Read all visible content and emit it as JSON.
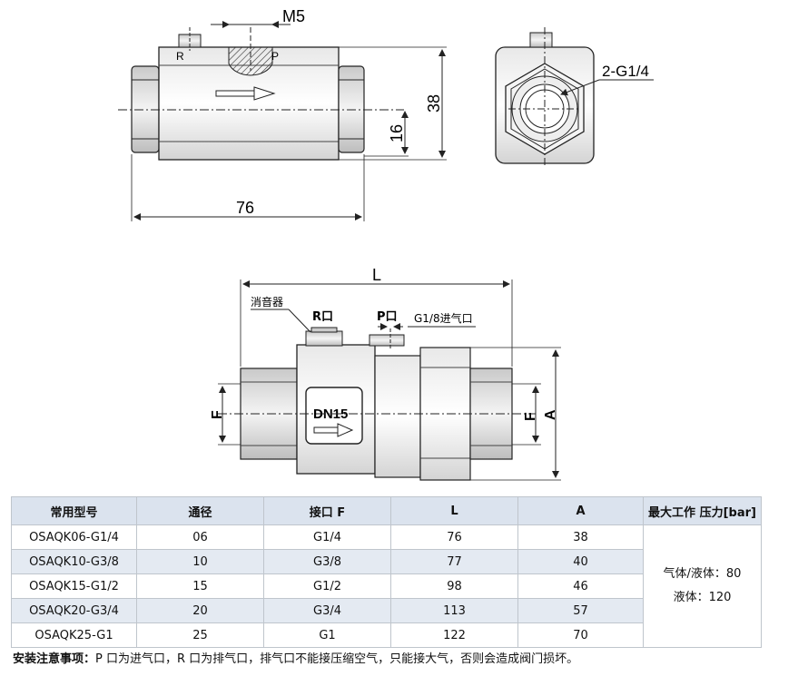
{
  "top_view": {
    "thread_label": "M5",
    "port_r": "R",
    "port_p": "P",
    "dim_height": "38",
    "dim_inner": "16",
    "dim_length": "76"
  },
  "end_view": {
    "thread_label": "2-G1/4"
  },
  "section_view": {
    "length_label": "L",
    "silencer_label": "消音器",
    "port_r_label": "R口",
    "port_p_label": "P口",
    "inlet_label": "G1/8进气口",
    "body_mark": "DN15",
    "f_label": "F",
    "a_label": "A"
  },
  "table": {
    "headers": [
      "常用型号",
      "通径",
      "接口 F",
      "L",
      "A",
      "最大工作 压力[bar]"
    ],
    "rows": [
      [
        "OSAQK06-G1/4",
        "06",
        "G1/4",
        "76",
        "38"
      ],
      [
        "OSAQK10-G3/8",
        "10",
        "G3/8",
        "77",
        "40"
      ],
      [
        "OSAQK15-G1/2",
        "15",
        "G1/2",
        "98",
        "46"
      ],
      [
        "OSAQK20-G3/4",
        "20",
        "G3/4",
        "113",
        "57"
      ],
      [
        "OSAQK25-G1",
        "25",
        "G1",
        "122",
        "70"
      ]
    ],
    "pressure_line1": "气体/液体：80",
    "pressure_line2": "液体：120"
  },
  "notice": {
    "title": "安装注意事项：",
    "text": "P 口为进气口，R 口为排气口，排气口不能接压缩空气，只能接大气，否则会造成阀门损坏。"
  }
}
